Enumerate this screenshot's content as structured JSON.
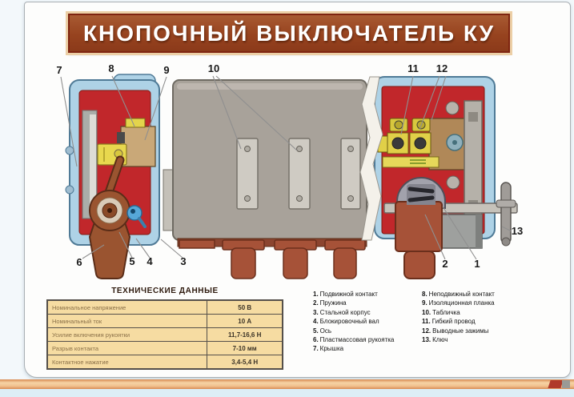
{
  "poster": {
    "title": "КНОПОЧНЫЙ ВЫКЛЮЧАТЕЛЬ КУ"
  },
  "specs": {
    "title": "ТЕХНИЧЕСКИЕ ДАННЫЕ",
    "rows": [
      {
        "label": "Номинальное напряжение",
        "value": "50 В"
      },
      {
        "label": "Номинальный ток",
        "value": "10 А"
      },
      {
        "label": "Усилие включения рукоятки",
        "value": "11,7-16,6 Н"
      },
      {
        "label": "Разрыв контакта",
        "value": "7-10 мм"
      },
      {
        "label": "Контактное нажатие",
        "value": "3,4-5,4 Н"
      }
    ]
  },
  "legend": {
    "column1": [
      {
        "num": "1.",
        "label": "Подвижной контакт"
      },
      {
        "num": "2.",
        "label": "Пружина"
      },
      {
        "num": "3.",
        "label": "Стальной корпус"
      },
      {
        "num": "4.",
        "label": "Блокировочный вал"
      },
      {
        "num": "5.",
        "label": "Ось"
      },
      {
        "num": "6.",
        "label": "Пластмассовая рукоятка"
      },
      {
        "num": "7.",
        "label": "Крышка"
      }
    ],
    "column2": [
      {
        "num": "8.",
        "label": "Неподвижный контакт"
      },
      {
        "num": "9.",
        "label": "Изоляционная планка"
      },
      {
        "num": "10.",
        "label": "Табличка"
      },
      {
        "num": "11.",
        "label": "Гибкий провод"
      },
      {
        "num": "12.",
        "label": "Выводные зажимы"
      },
      {
        "num": "13.",
        "label": "Ключ"
      }
    ]
  },
  "callouts": {
    "n1": "1",
    "n2": "2",
    "n3": "3",
    "n4": "4",
    "n5": "5",
    "n6": "6",
    "n7": "7",
    "n8": "8",
    "n9": "9",
    "n10": "10",
    "n11": "11",
    "n12": "12",
    "n13": "13"
  },
  "colors": {
    "banner_brown": "#97431f",
    "interior_red": "#c1272b",
    "cover_blue": "#aed2e6",
    "body_grey": "#a8a29a",
    "button_brown": "#a65238",
    "table_peach": "#f6dca2"
  }
}
